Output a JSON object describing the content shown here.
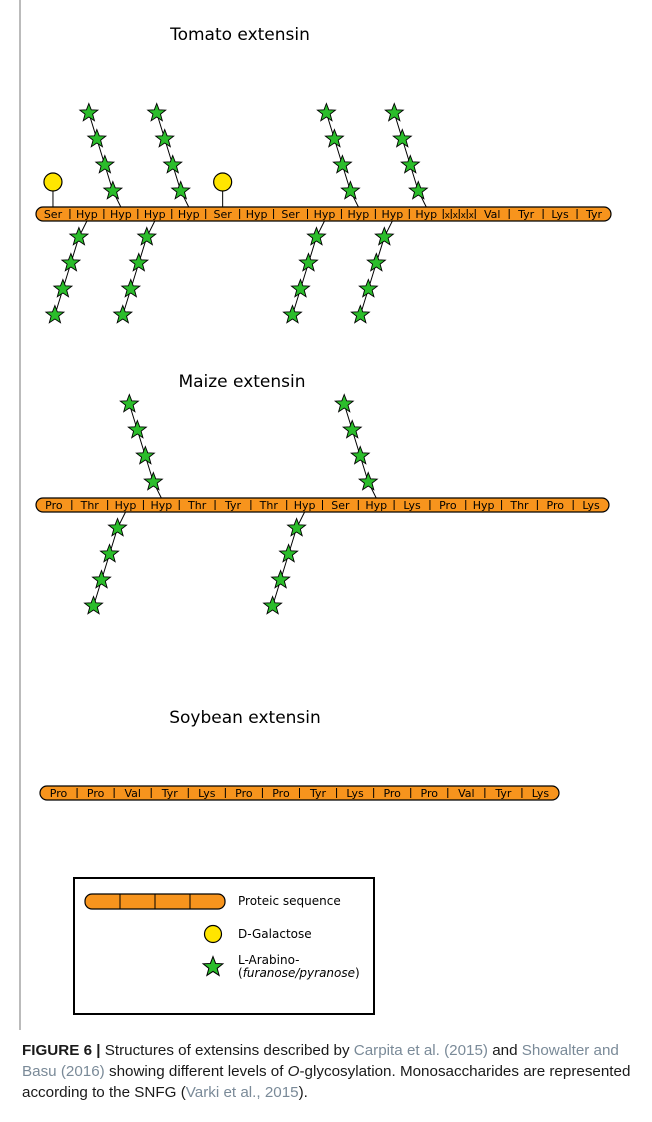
{
  "colors": {
    "protein": "#f7941d",
    "galactose": "#ffe500",
    "arabinose": "#2bbd2b",
    "outline": "#000000",
    "citation": "#7a8a98"
  },
  "panels": [
    {
      "id": "tomato",
      "title": "Tomato extensin",
      "residues": [
        "Ser",
        "Hyp",
        "Hyp",
        "Hyp",
        "Hyp",
        "Ser",
        "Hyp",
        "Ser",
        "Hyp",
        "Hyp",
        "Hyp",
        "Hyp",
        "x",
        "x",
        "x",
        "x",
        "Val",
        "Tyr",
        "Lys",
        "Tyr"
      ],
      "glycans": [
        {
          "residue": 0,
          "type": "galactose",
          "side": "up",
          "count": 1
        },
        {
          "residue": 1,
          "type": "arabinose",
          "side": "down",
          "count": 4
        },
        {
          "residue": 2,
          "type": "arabinose",
          "side": "up",
          "count": 4
        },
        {
          "residue": 3,
          "type": "arabinose",
          "side": "down",
          "count": 4
        },
        {
          "residue": 4,
          "type": "arabinose",
          "side": "up",
          "count": 4
        },
        {
          "residue": 5,
          "type": "galactose",
          "side": "up",
          "count": 1
        },
        {
          "residue": 8,
          "type": "arabinose",
          "side": "down",
          "count": 4
        },
        {
          "residue": 9,
          "type": "arabinose",
          "side": "up",
          "count": 4
        },
        {
          "residue": 10,
          "type": "arabinose",
          "side": "down",
          "count": 4
        },
        {
          "residue": 11,
          "type": "arabinose",
          "side": "up",
          "count": 4
        }
      ]
    },
    {
      "id": "maize",
      "title": "Maize extensin",
      "residues": [
        "Pro",
        "Thr",
        "Hyp",
        "Hyp",
        "Thr",
        "Tyr",
        "Thr",
        "Hyp",
        "Ser",
        "Hyp",
        "Lys",
        "Pro",
        "Hyp",
        "Thr",
        "Pro",
        "Lys"
      ],
      "glycans": [
        {
          "residue": 2,
          "type": "arabinose",
          "side": "down",
          "count": 4
        },
        {
          "residue": 3,
          "type": "arabinose",
          "side": "up",
          "count": 4
        },
        {
          "residue": 7,
          "type": "arabinose",
          "side": "down",
          "count": 4
        },
        {
          "residue": 9,
          "type": "arabinose",
          "side": "up",
          "count": 4
        }
      ]
    },
    {
      "id": "soybean",
      "title": "Soybean extensin",
      "residues": [
        "Pro",
        "Pro",
        "Val",
        "Tyr",
        "Lys",
        "Pro",
        "Pro",
        "Tyr",
        "Lys",
        "Pro",
        "Pro",
        "Val",
        "Tyr",
        "Lys"
      ],
      "glycans": []
    }
  ],
  "legend": {
    "protein_label": "Proteic sequence",
    "galactose_label": "D-Galactose",
    "arabinose_label_line1": "L-Arabino-",
    "arabinose_label_line2_open": "(",
    "arabinose_label_line2_italic": "furanose/pyranose",
    "arabinose_label_line2_close": ")"
  },
  "caption": {
    "label": "FIGURE 6 |",
    "text1": " Structures of extensins described by ",
    "cite1": "Carpita et al. (2015)",
    "text2": " and ",
    "cite2": "Showalter and Basu (2016)",
    "text3": " showing different levels of ",
    "italic1": "O",
    "text4": "-glycosylation. Monosaccharides are represented according to the SNFG (",
    "cite3": "Varki et al., 2015",
    "text5": ")."
  }
}
